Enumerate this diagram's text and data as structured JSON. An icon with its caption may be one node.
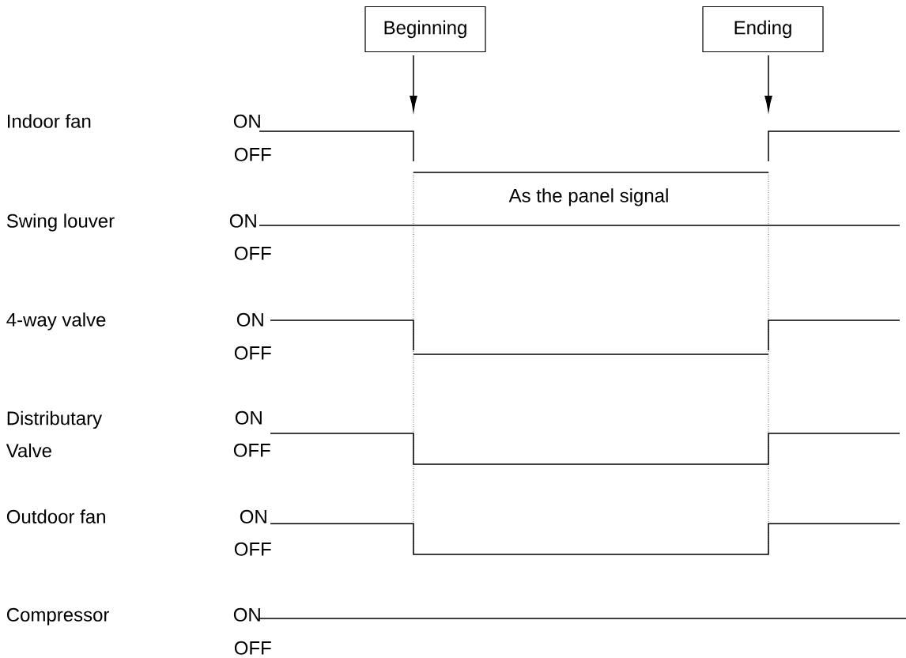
{
  "diagram": {
    "nodes": [
      {
        "text": [
          "Beginning"
        ]
      },
      {
        "text": [
          "Ending"
        ]
      }
    ],
    "edges": [
      {
        "from": 0,
        "to": null,
        "arrow": "to"
      },
      {
        "from": 1,
        "to": null,
        "arrow": "to"
      }
    ],
    "labels": [
      "Indoor fan",
      "ON",
      "OFF",
      "As the panel signal",
      "Swing louver",
      "ON",
      "OFF",
      "4-way valve",
      "ON",
      "OFF",
      "Distributary Valve",
      "ON",
      "OFF",
      "Outdoor fan",
      "ON",
      "OFF",
      "Compressor",
      "ON",
      "OFF"
    ]
  }
}
